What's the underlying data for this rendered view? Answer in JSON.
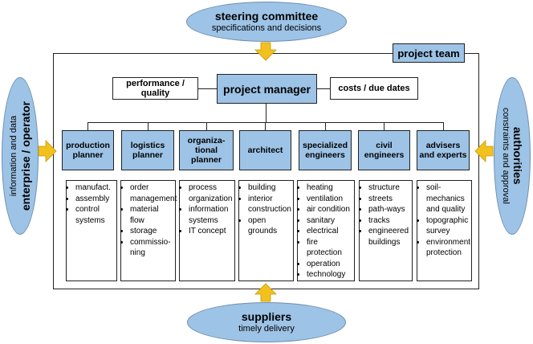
{
  "steering": {
    "title": "steering committee",
    "subtitle": "specifications and decisions"
  },
  "suppliers": {
    "title": "suppliers",
    "subtitle": "timely delivery"
  },
  "enterprise": {
    "title": "enterprise / operator",
    "subtitle": "information and data"
  },
  "authorities": {
    "title": "authorities",
    "subtitle": "constraints and approval"
  },
  "project_team_label": "project team",
  "project_manager": "project manager",
  "left_box": "performance / quality",
  "right_box": "costs / due dates",
  "roles": [
    {
      "title": "production planner",
      "items": [
        "manufact.",
        "assembly",
        "control systems"
      ]
    },
    {
      "title": "logistics planner",
      "items": [
        "order management",
        "material flow",
        "storage",
        "commissio-ning"
      ]
    },
    {
      "title": "organiza-tional planner",
      "items": [
        "process organization",
        "information systems",
        "IT concept"
      ]
    },
    {
      "title": "architect",
      "items": [
        "building",
        "interior construction",
        "open grounds"
      ]
    },
    {
      "title": "specialized engineers",
      "items": [
        "heating",
        "ventilation",
        "air condition",
        "sanitary",
        "electrical",
        "fire protection",
        "operation",
        "technology"
      ]
    },
    {
      "title": "civil engineers",
      "items": [
        "structure",
        "streets",
        "path-ways",
        "tracks",
        "engineered buildings"
      ]
    },
    {
      "title": "advisers and experts",
      "items": [
        "soil-mechanics and quality",
        "topographic survey",
        "environment protection"
      ]
    }
  ],
  "colors": {
    "accent_fill": "#9dc3e6",
    "arrow": "#f2c11d"
  }
}
